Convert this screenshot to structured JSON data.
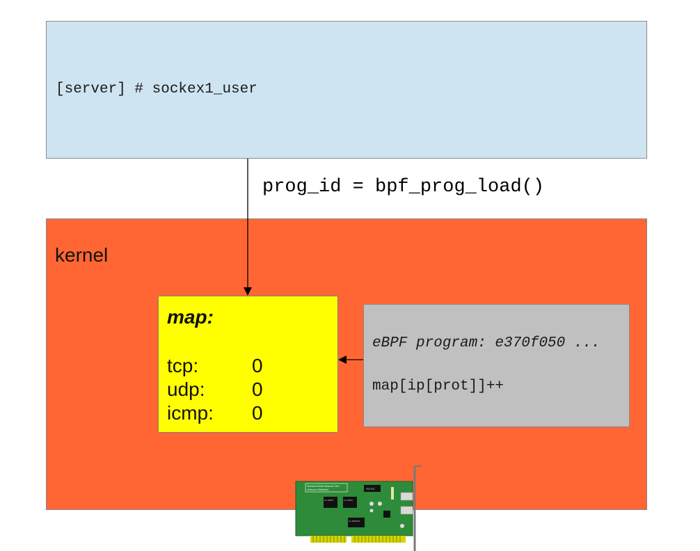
{
  "user_space": {
    "command": "[server] # sockex1_user"
  },
  "syscall": {
    "label": "prog_id = bpf_prog_load()"
  },
  "kernel": {
    "label": "kernel",
    "map": {
      "title": "map:",
      "rows": [
        {
          "key": "tcp:",
          "value": "0"
        },
        {
          "key": "udp:",
          "value": "0"
        },
        {
          "key": "icmp:",
          "value": "0"
        }
      ]
    },
    "program": {
      "line1": "eBPF program: e370f050 ...",
      "line2": "map[ip[prot]]++"
    },
    "nic": {
      "card_label_1": "Standard Bridal Network Card",
      "card_label_2": "Unknown Distributor",
      "chip_labels": [
        "1C 18651",
        "1C 18651",
        "1C 180016a",
        "SW 302"
      ]
    }
  },
  "colors": {
    "user_space_bg": "#cfe4f1",
    "kernel_bg": "#ff6633",
    "map_bg": "#ffff00",
    "program_bg": "#c0c0c0",
    "pcb_green": "#2e8b3a"
  }
}
